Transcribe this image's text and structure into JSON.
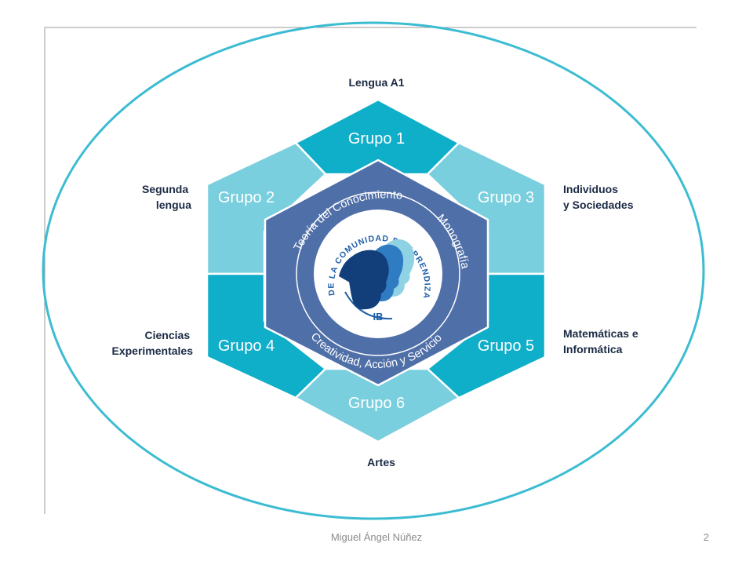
{
  "diagram": {
    "subjects": [
      {
        "id": "lengua",
        "label_lines": [
          "Lengua A1"
        ]
      },
      {
        "id": "segunda",
        "label_lines": [
          "Segunda",
          "lengua"
        ]
      },
      {
        "id": "individuos",
        "label_lines": [
          "Individuos",
          "y Sociedades"
        ]
      },
      {
        "id": "ciencias",
        "label_lines": [
          "Ciencias",
          "Experimentales"
        ]
      },
      {
        "id": "matematicas",
        "label_lines": [
          "Matemáticas e",
          "Informática"
        ]
      },
      {
        "id": "artes",
        "label_lines": [
          "Artes"
        ]
      }
    ],
    "groups": [
      "Grupo 1",
      "Grupo 2",
      "Grupo 3",
      "Grupo 4",
      "Grupo 5",
      "Grupo 6"
    ],
    "core": {
      "top_arc": "Teoría del Conocimiento",
      "right_arc": "Monografía",
      "bottom_arc": "Creatividad, Acción y Servicio"
    },
    "center": {
      "ring_text": "PERFIL DE LA COMUNIDAD DE APRENDIZAJE DEL",
      "ib_label": "IB"
    },
    "colors": {
      "ellipse": "#3cbcd2",
      "dark_segment": "#0faec9",
      "light_segment": "#7acfde",
      "inner_hexagon": "#4f6fa8",
      "hexagon_border": "#ffffff",
      "subject_text": "#1b2a44",
      "profile_blue": "#1d5fa8"
    }
  },
  "footer": {
    "author": "Miguel Ángel Núñez",
    "page_number": "2"
  }
}
